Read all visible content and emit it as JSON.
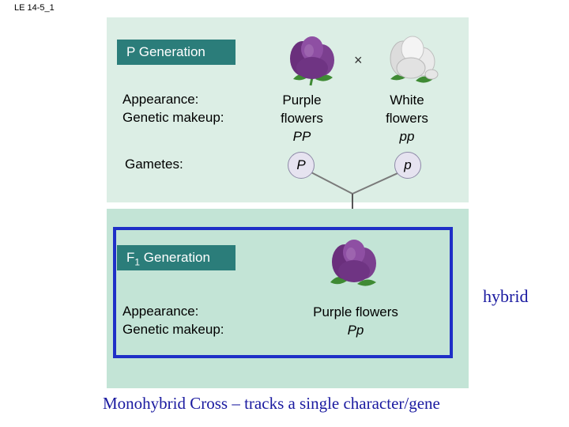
{
  "slide_tag": "LE 14-5_1",
  "p_generation": {
    "label": "P Generation",
    "cross_symbol": "×",
    "appearance_label": "Appearance:",
    "genetic_label": "Genetic makeup:",
    "gametes_label": "Gametes:",
    "parent1": {
      "line1": "Purple",
      "line2": "flowers",
      "genotype": "PP",
      "gamete": "P"
    },
    "parent2": {
      "line1": "White",
      "line2": "flowers",
      "genotype": "pp",
      "gamete": "p"
    }
  },
  "f1_generation": {
    "label_main": "F",
    "label_sub": "1",
    "label_rest": " Generation",
    "appearance_label": "Appearance:",
    "genetic_label": "Genetic makeup:",
    "offspring": {
      "phenotype": "Purple flowers",
      "genotype": "Pp"
    }
  },
  "hybrid_note": "hybrid",
  "caption": "Monohybrid Cross – tracks a single character/gene",
  "colors": {
    "panel_top": "#dceee5",
    "panel_bottom": "#c3e4d6",
    "label_bg": "#2b7d7a",
    "purple_flower": "#7b3f8f",
    "white_flower": "#eaeaea",
    "highlight_border": "#1f2fc7",
    "note_text": "#1a1aa0"
  }
}
